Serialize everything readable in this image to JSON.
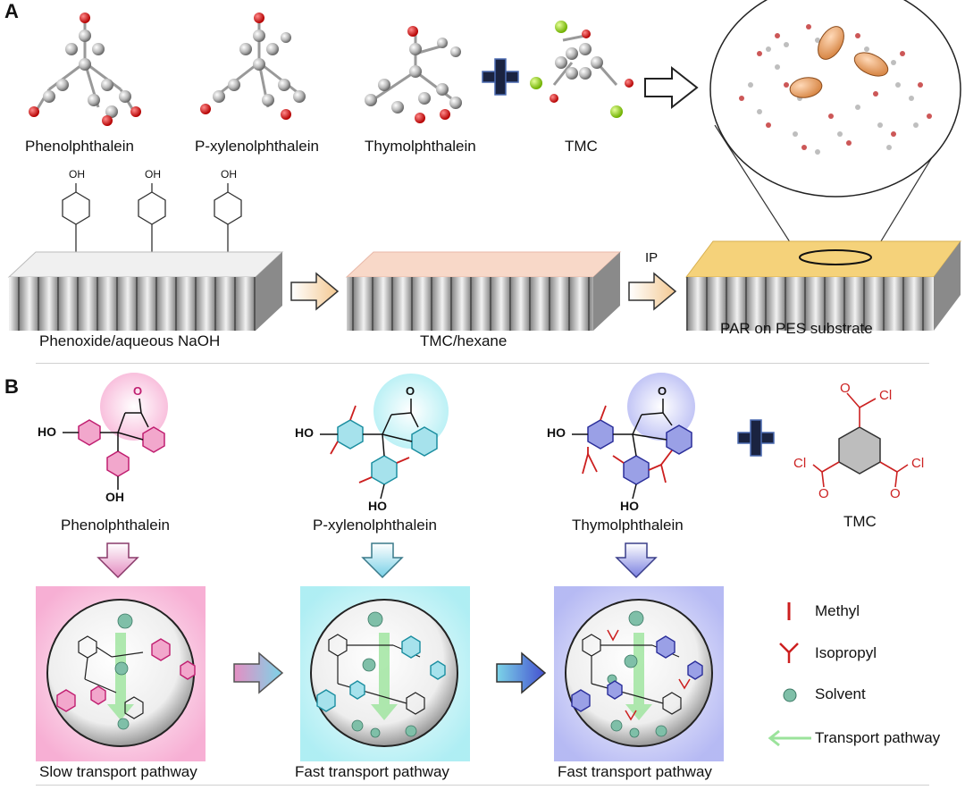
{
  "panel_a": {
    "label": "A",
    "molecules": [
      "Phenolphthalein",
      "P-xylenolphthalein",
      "Thymolphthalein",
      "TMC"
    ],
    "steps": [
      "Phenoxide/aqueous NaOH",
      "TMC/hexane",
      "PAR on PES substrate"
    ],
    "ip_label": "IP",
    "oh_label": "OH"
  },
  "panel_b": {
    "label": "B",
    "molecules": [
      "Phenolphthalein",
      "P-xylenolphthalein",
      "Thymolphthalein",
      "TMC"
    ],
    "pathways": [
      "Slow transport pathway",
      "Fast transport pathway",
      "Fast transport pathway"
    ],
    "legend": [
      "Methyl",
      "Isopropyl",
      "Solvent",
      "Transport pathway"
    ],
    "chem_labels": {
      "ho": "HO",
      "oh": "OH",
      "o": "O",
      "cl": "Cl"
    }
  },
  "colors": {
    "phenol": "#d0357a",
    "xylenol": "#2aa6b8",
    "thymol": "#3438a8",
    "methyl": "#cc1f1f",
    "tmc": "#cc2222",
    "solvent": "#7fbfa8",
    "pathway": "#9be39b"
  }
}
